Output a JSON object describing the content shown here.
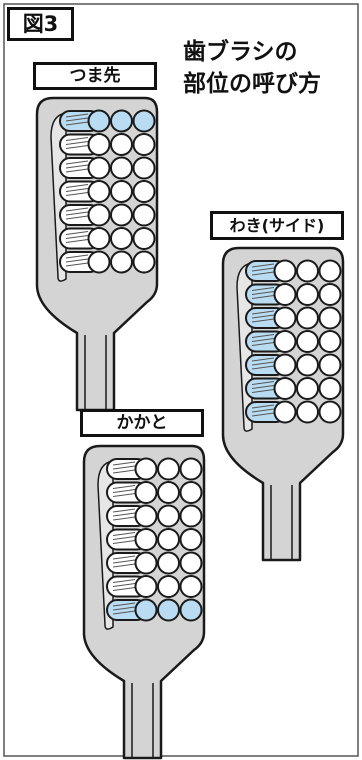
{
  "figure": {
    "badge": "図3",
    "title_line1": "歯ブラシの",
    "title_line2": "部位の呼び方"
  },
  "parts": [
    {
      "id": "tip",
      "label": "つま先",
      "highlight": "top-row"
    },
    {
      "id": "side",
      "label": "わき(サイド)",
      "highlight": "left-column"
    },
    {
      "id": "heel",
      "label": "かかと",
      "highlight": "bottom-row"
    }
  ],
  "colors": {
    "handle": "#d4d4d4",
    "outline": "#1a1a1a",
    "highlight": "#b9dcf2",
    "bristle": "#ffffff",
    "frame": "#555555"
  }
}
